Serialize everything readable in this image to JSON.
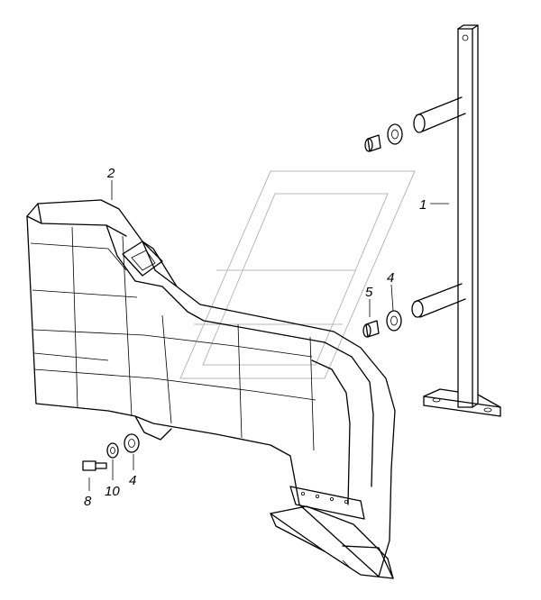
{
  "callouts": [
    {
      "id": "c1",
      "text": "1"
    },
    {
      "id": "c2",
      "text": "2"
    },
    {
      "id": "c4a",
      "text": "4"
    },
    {
      "id": "c5",
      "text": "5"
    },
    {
      "id": "c8",
      "text": "8"
    },
    {
      "id": "c10",
      "text": "10"
    },
    {
      "id": "c4b",
      "text": "4"
    }
  ]
}
